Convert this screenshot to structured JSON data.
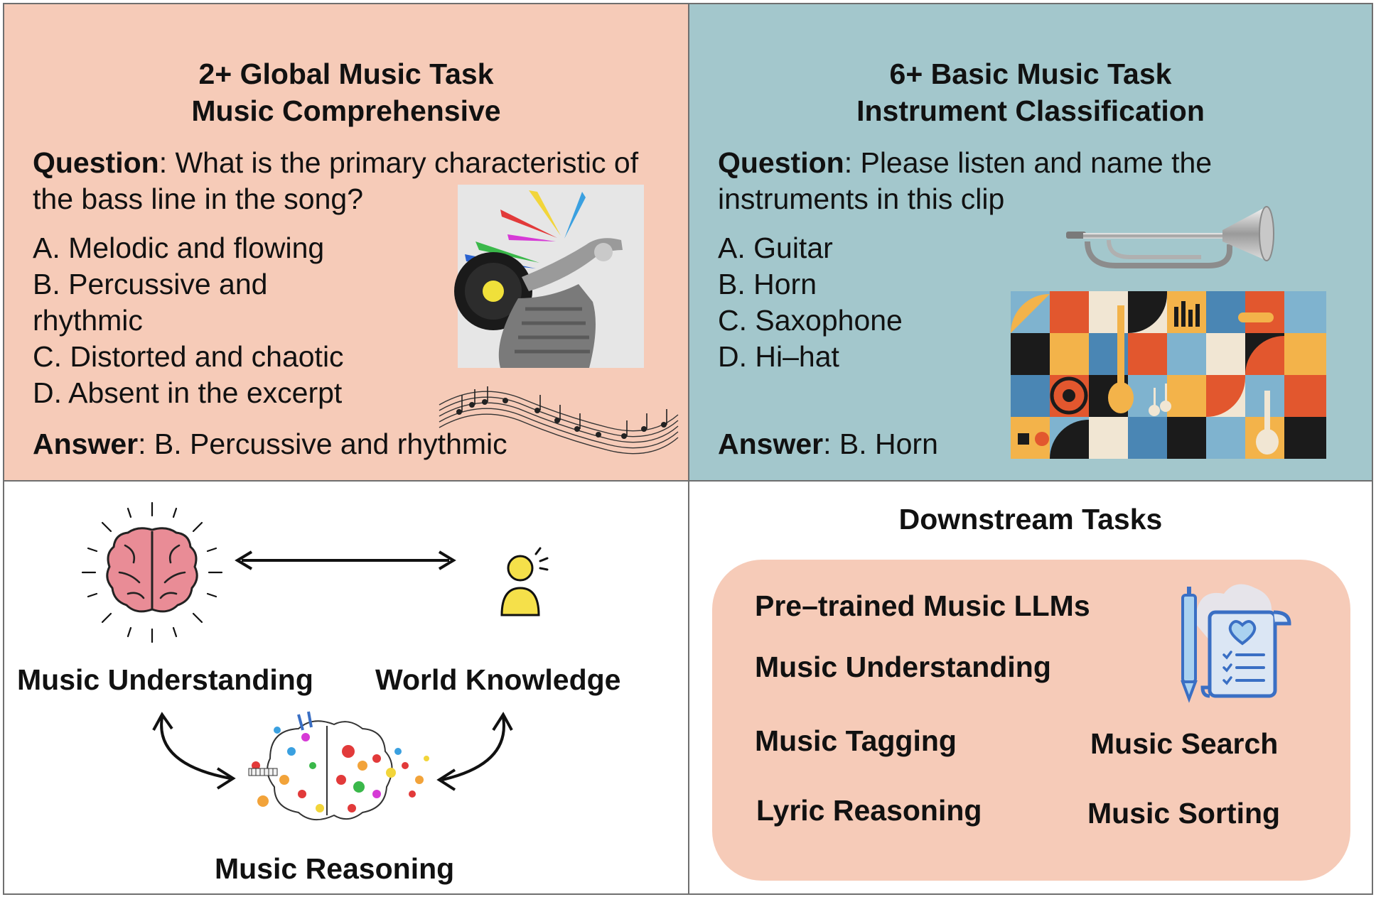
{
  "global_task": {
    "title_line1": "2+ Global Music Task",
    "title_line2": "Music Comprehensive",
    "question_label": "Question",
    "question_text": ": What is the primary characteristic of the bass line in the song?",
    "options": [
      "A. Melodic and flowing",
      "B. Percussive and",
      "rhythmic",
      "C. Distorted and chaotic",
      "D. Absent in the excerpt"
    ],
    "answer_label": "Answer",
    "answer_text": ": B. Percussive and rhythmic"
  },
  "basic_task": {
    "title_line1": "6+ Basic Music Task",
    "title_line2": "Instrument Classification",
    "question_label": "Question",
    "question_text": ": Please listen and name the instruments in this clip",
    "options": [
      "A. Guitar",
      "B. Horn",
      "C. Saxophone",
      "D. Hi–hat"
    ],
    "answer_label": "Answer",
    "answer_text": ": B. Horn"
  },
  "abilities": {
    "music_understanding": "Music Understanding",
    "world_knowledge": "World Knowledge",
    "music_reasoning": "Music Reasoning"
  },
  "downstream": {
    "title": "Downstream Tasks",
    "items": [
      "Pre–trained Music LLMs",
      "Music Understanding",
      "Music Tagging",
      "Music Search",
      "Lyric Reasoning",
      "Music Sorting"
    ]
  },
  "colors": {
    "panel_salmon": "#f6cbb8",
    "panel_teal": "#a3c7cc",
    "brain_pink": "#e98c96",
    "person_yellow": "#f5e04a",
    "doc_blue": "#3a6fc4"
  },
  "icons": [
    "saxophone-vinyl-image",
    "music-staff-icon",
    "trumpet-icon",
    "instrument-collage-image",
    "brain-icon",
    "person-icon",
    "colorful-brain-image",
    "document-heart-icon"
  ]
}
